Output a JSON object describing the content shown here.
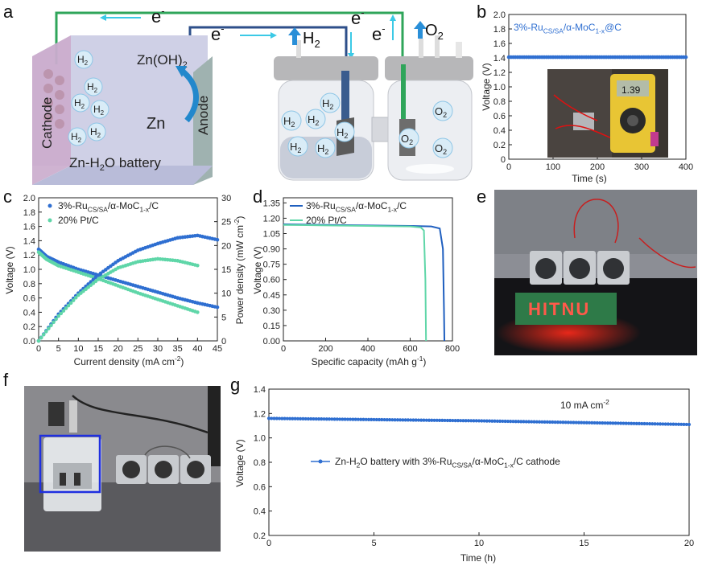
{
  "panels": {
    "a": {
      "letter": "a",
      "electron": "e",
      "electron_sup": "-",
      "h2": "H",
      "h2_sub": "2",
      "o2": "O",
      "o2_sub": "2",
      "zn": "Zn",
      "znoh2": "Zn(OH)",
      "znoh2_sub": "2",
      "cathode": "Cathode",
      "anode": "Anode",
      "battery_label_pre": "Zn-H",
      "battery_label_sub": "2",
      "battery_label_post": "O battery"
    },
    "b": {
      "letter": "b"
    },
    "c": {
      "letter": "c"
    },
    "d": {
      "letter": "d"
    },
    "e": {
      "letter": "e",
      "display_text": "HITNU"
    },
    "f": {
      "letter": "f"
    },
    "g": {
      "letter": "g"
    }
  },
  "colors": {
    "blue_series": "#2f6fd1",
    "green_series": "#5fd6a8",
    "dark_blue_line": "#1f5fbf",
    "cyan_arrow": "#3bc9e6",
    "green_wire": "#2fa55a",
    "navy_wire": "#2d4f8a"
  },
  "chart_data": [
    {
      "id": "b",
      "type": "line",
      "xlabel": "Time (s)",
      "ylabel": "Voltage (V)",
      "xlim": [
        0,
        400
      ],
      "ylim": [
        0,
        2.0
      ],
      "xticks": [
        "0",
        "100",
        "200",
        "300",
        "400"
      ],
      "yticks": [
        "0",
        "0.2",
        "0.4",
        "0.6",
        "0.8",
        "1.0",
        "1.2",
        "1.4",
        "1.6",
        "1.8",
        "2.0"
      ],
      "legend_pre": "3%-Ru",
      "legend_sub": "CS/SA",
      "legend_mid": "/α-MoC",
      "legend_sub2": "1-x",
      "legend_post": "@C",
      "series": [
        {
          "x": [
            0,
            100,
            200,
            300,
            400
          ],
          "y": [
            1.41,
            1.41,
            1.41,
            1.41,
            1.41
          ]
        }
      ]
    },
    {
      "id": "c",
      "type": "line",
      "xlabel_pre": "Current density (mA cm",
      "xlabel_sup": "-2",
      "xlabel_post": ")",
      "ylabel": "Voltage (V)",
      "y2label_pre": "Power density (mW cm",
      "y2label_sup": "-2",
      "y2label_post": ")",
      "xlim": [
        0,
        45
      ],
      "ylim": [
        0,
        2.0
      ],
      "y2lim": [
        0,
        30
      ],
      "xticks": [
        "0",
        "5",
        "10",
        "15",
        "20",
        "25",
        "30",
        "35",
        "40",
        "45"
      ],
      "yticks": [
        "0.0",
        "0.2",
        "0.4",
        "0.6",
        "0.8",
        "1.0",
        "1.2",
        "1.4",
        "1.6",
        "1.8",
        "2.0"
      ],
      "y2ticks": [
        "0",
        "5",
        "10",
        "15",
        "20",
        "25",
        "30"
      ],
      "legend": [
        {
          "pre": "3%-Ru",
          "sub": "CS/SA",
          "mid": "/α-MoC",
          "sub2": "1-x",
          "post": "/C"
        },
        {
          "pre": "20% Pt/C",
          "sub": "",
          "mid": "",
          "sub2": "",
          "post": ""
        }
      ],
      "series": [
        {
          "kind": "voltage",
          "x": [
            0,
            2,
            5,
            10,
            15,
            20,
            25,
            30,
            35,
            40,
            45
          ],
          "y": [
            1.28,
            1.18,
            1.1,
            1.0,
            0.92,
            0.84,
            0.76,
            0.68,
            0.6,
            0.53,
            0.47
          ]
        },
        {
          "kind": "voltage",
          "x": [
            0,
            2,
            5,
            10,
            15,
            20,
            25,
            30,
            35,
            40
          ],
          "y": [
            1.24,
            1.14,
            1.05,
            0.96,
            0.87,
            0.77,
            0.67,
            0.58,
            0.49,
            0.4
          ]
        },
        {
          "kind": "power",
          "x": [
            0,
            5,
            10,
            15,
            20,
            25,
            30,
            35,
            40,
            45
          ],
          "y": [
            0,
            5.6,
            10.0,
            13.8,
            16.8,
            19.0,
            20.4,
            21.6,
            22.1,
            21.2
          ]
        },
        {
          "kind": "power",
          "x": [
            0,
            5,
            10,
            15,
            20,
            25,
            30,
            35,
            40
          ],
          "y": [
            0,
            5.2,
            9.6,
            12.9,
            15.3,
            16.6,
            17.2,
            16.8,
            15.8
          ]
        }
      ]
    },
    {
      "id": "d",
      "type": "line",
      "xlabel_pre": "Specific capacity (mAh g",
      "xlabel_sup": "-1",
      "xlabel_post": ")",
      "ylabel": "Voltage (V)",
      "xlim": [
        0,
        800
      ],
      "ylim": [
        0,
        1.4
      ],
      "xticks": [
        "0",
        "200",
        "400",
        "600",
        "800"
      ],
      "yticks": [
        "0.00",
        "0.15",
        "0.30",
        "0.45",
        "0.60",
        "0.75",
        "0.90",
        "1.05",
        "1.20",
        "1.35"
      ],
      "legend": [
        {
          "pre": "3%-Ru",
          "sub": "CS/SA",
          "mid": "/α-MoC",
          "sub2": "1-x",
          "post": "/C"
        },
        {
          "pre": "20% Pt/C",
          "sub": "",
          "mid": "",
          "sub2": "",
          "post": ""
        }
      ],
      "series": [
        {
          "x": [
            0,
            200,
            400,
            600,
            700,
            740,
            755,
            760,
            762
          ],
          "y": [
            1.14,
            1.135,
            1.13,
            1.125,
            1.12,
            1.1,
            0.9,
            0.3,
            0
          ]
        },
        {
          "x": [
            0,
            200,
            400,
            600,
            650,
            665,
            672,
            675
          ],
          "y": [
            1.135,
            1.13,
            1.125,
            1.12,
            1.11,
            1.08,
            0.6,
            0
          ]
        }
      ]
    },
    {
      "id": "g",
      "type": "line",
      "xlabel": "Time (h)",
      "ylabel": "Voltage (V)",
      "xlim": [
        0,
        20
      ],
      "ylim": [
        0.2,
        1.4
      ],
      "xticks": [
        "0",
        "5",
        "10",
        "15",
        "20"
      ],
      "yticks": [
        "0.2",
        "0.4",
        "0.6",
        "0.8",
        "1.0",
        "1.2",
        "1.4"
      ],
      "annotation_pre": "10 mA cm",
      "annotation_sup": "-2",
      "legend_pre": "Zn-H",
      "legend_sub": "2",
      "legend_mid": "O battery with 3%-Ru",
      "legend_sub2": "CS/SA",
      "legend_mid2": "/α-MoC",
      "legend_sub3": "1-x",
      "legend_post": "/C cathode",
      "series": [
        {
          "x": [
            0,
            5,
            10,
            15,
            20
          ],
          "y": [
            1.16,
            1.15,
            1.14,
            1.125,
            1.11
          ]
        }
      ]
    }
  ]
}
